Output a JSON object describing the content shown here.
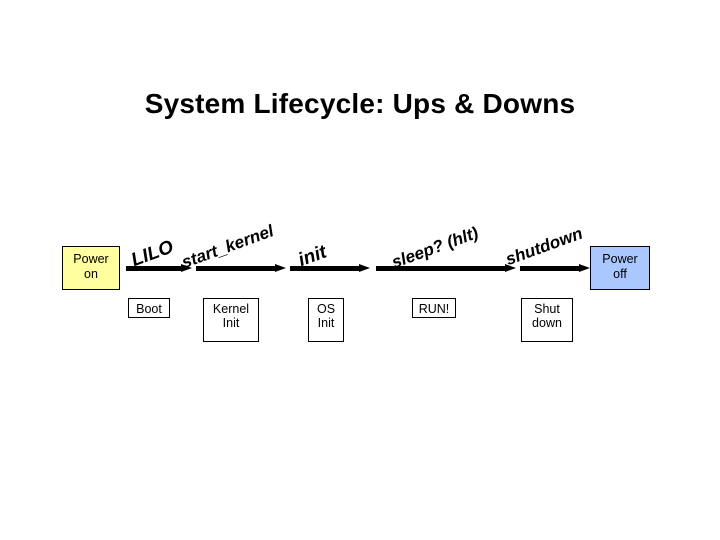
{
  "slide": {
    "title": "System Lifecycle: Ups & Downs",
    "background": "#ffffff"
  },
  "colors": {
    "power_on_fill": "#ffffa0",
    "power_off_fill": "#aac8ff",
    "stage_fill": "#ffffff",
    "stroke": "#000000"
  },
  "endpoints": {
    "start": {
      "label": "Power\non",
      "line1": "Power",
      "line2": "on"
    },
    "end": {
      "label": "Power\noff",
      "line1": "Power",
      "line2": "off"
    }
  },
  "stages": [
    {
      "name": "boot",
      "line1": "Boot",
      "line2": ""
    },
    {
      "name": "kernel-init",
      "line1": "Kernel",
      "line2": "Init"
    },
    {
      "name": "os-init",
      "line1": "OS",
      "line2": "Init"
    },
    {
      "name": "run",
      "line1": "RUN!",
      "line2": ""
    },
    {
      "name": "shutdown",
      "line1": "Shut",
      "line2": "down"
    }
  ],
  "transitions": [
    {
      "name": "lilo",
      "label": "LILO"
    },
    {
      "name": "start-kernel",
      "label": "start_kernel"
    },
    {
      "name": "init",
      "label": "init"
    },
    {
      "name": "sleep-hlt",
      "label": "sleep? (hlt)"
    },
    {
      "name": "shutdown-transition",
      "label": "shutdown"
    }
  ]
}
